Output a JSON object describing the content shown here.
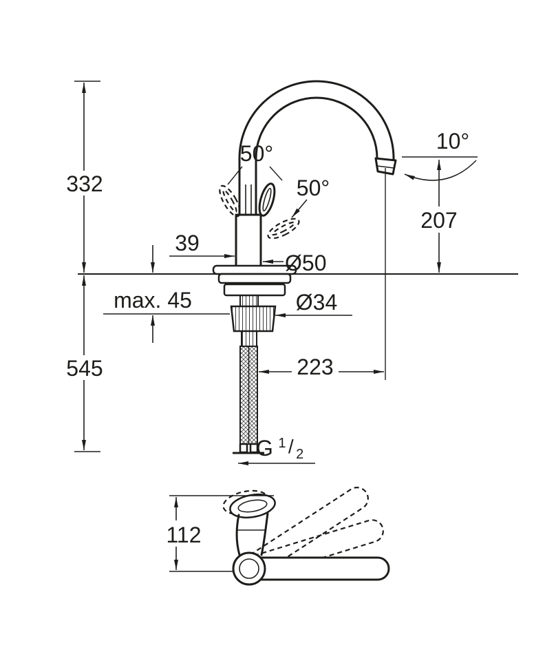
{
  "drawing": {
    "background": "#ffffff",
    "line_color": "#1d1d1b",
    "labels": {
      "overall_height": "332",
      "swivel_angle_left": "50°",
      "swivel_angle_right": "50°",
      "tip_angle": "10°",
      "spout_height": "207",
      "body_width": "39",
      "base_diameter": "Ø50",
      "max_mounting_thickness": "max. 45",
      "hole_diameter": "Ø34",
      "hose_length": "545",
      "projection": "223",
      "thread": {
        "prefix": "G",
        "numerator": "1",
        "slash": "/",
        "denominator": "2"
      },
      "lever_height": "112"
    }
  }
}
